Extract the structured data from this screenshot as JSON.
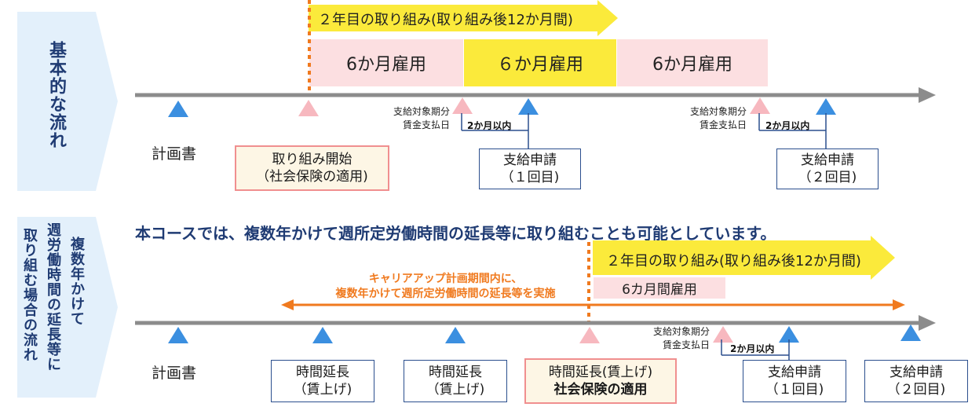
{
  "top": {
    "side_label": "基本的な流れ",
    "year2_label": "２年目の取り組み(取り組み後12か月間)",
    "blocks": [
      "6か月雇用",
      "６か月雇用",
      "6か月雇用"
    ],
    "plan_label": "計画書",
    "start_box": [
      "取り組み開始",
      "（社会保険の適用)"
    ],
    "wage_label_1": [
      "支給対象期分",
      "賃金支払日"
    ],
    "wage_label_2": [
      "支給対象期分",
      "賃金支払日"
    ],
    "two_months_1": "2か月以内",
    "two_months_2": "2か月以内",
    "apply_1": [
      "支給申請",
      "（１回目)"
    ],
    "apply_2": [
      "支給申請",
      "（２回目)"
    ]
  },
  "bottom": {
    "side_label_col1": "週労働時間の延長等に",
    "side_label_col2": "複数年かけて",
    "side_label_col3": "取り組む場合の流れ",
    "headline": "本コースでは、複数年かけて週所定労働時間の延長等に取り組むことも可能としています。",
    "year2_label": "２年目の取り組み(取り組み後12か月間)",
    "six_month": "6カ月間雇用",
    "orange_note_1": "キャリアアップ計画期間内に、",
    "orange_note_2": "複数年かけて週所定労働時間の延長等を実施",
    "plan_label": "計画書",
    "wage_label": [
      "支給対象期分",
      "賃金支払日"
    ],
    "two_months": "2か月以内",
    "box_1": [
      "時間延長",
      "（賃上げ)"
    ],
    "box_2": [
      "時間延長",
      "（賃上げ)"
    ],
    "box_3": [
      "時間延長(賃上げ)",
      "社会保険の適用"
    ],
    "apply_1": [
      "支給申請",
      "（１回目)"
    ],
    "apply_2": [
      "支給申請",
      "（２回目)"
    ]
  },
  "colors": {
    "side_bg": "#e3f0fb",
    "side_text": "#1f3b73",
    "yellow": "#fbea3b",
    "pink": "#fcdfe1",
    "blue_tri": "#3b8fe0",
    "pink_tri": "#f7b8bf",
    "orange": "#f07a1f",
    "timeline": "#8c8c8c"
  }
}
